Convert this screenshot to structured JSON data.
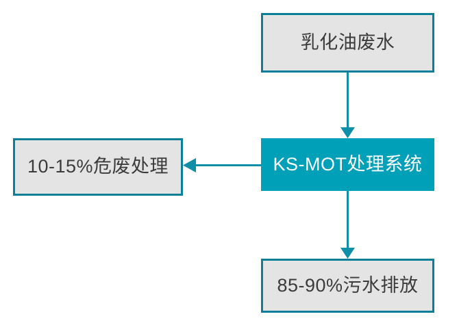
{
  "diagram": {
    "type": "flowchart",
    "title_text": "",
    "orientation": "top-down with lateral branch",
    "background_color": "#ffffff",
    "nodes": [
      {
        "id": "source",
        "label": "乳化油废水",
        "role": "input",
        "fill_color": "#e4e4e4",
        "border_color": "#0b7f99",
        "text_color": "#3b3b3b"
      },
      {
        "id": "process",
        "label": "KS-MOT处理系统",
        "role": "process",
        "fill_color": "#00a0b8",
        "border_color": "#00a0b8",
        "text_color": "#ffffff"
      },
      {
        "id": "hazard",
        "label": "10-15%危废处理",
        "role": "output",
        "fill_color": "#e4e4e4",
        "border_color": "#0b7f99",
        "text_color": "#3b3b3b"
      },
      {
        "id": "discharge",
        "label": "85-90%污水排放",
        "role": "output",
        "fill_color": "#e4e4e4",
        "border_color": "#0b7f99",
        "text_color": "#3b3b3b"
      }
    ],
    "edges": [
      {
        "id": "source-to-process",
        "from": "source",
        "to": "process",
        "label": "",
        "direction": "down",
        "color": "#0e8fa8"
      },
      {
        "id": "process-to-hazard",
        "from": "process",
        "to": "hazard",
        "label": "",
        "direction": "left",
        "color": "#0e8fa8"
      },
      {
        "id": "process-to-discharge",
        "from": "process",
        "to": "discharge",
        "label": "",
        "direction": "down",
        "color": "#0e8fa8"
      }
    ]
  }
}
